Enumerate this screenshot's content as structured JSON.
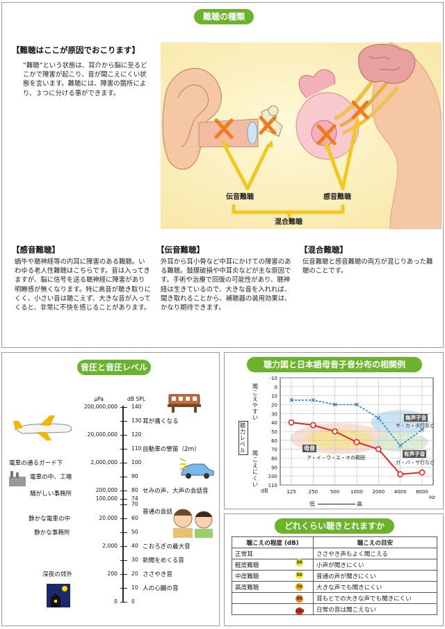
{
  "top": {
    "pill": "難聴の種類",
    "intro_heading": "【難聴はここが原因でおこります】",
    "intro_text": "“難聴”という状態は、耳介から脳に至るどこかで障害が起こり、音が聞こえにくい状態を言います。難聴には、障害の箇所により、３つに分ける事ができます。",
    "diagram_labels": {
      "conductive": "伝音難聴",
      "sensorineural": "感音難聴",
      "mixed": "混合難聴"
    },
    "sections": [
      {
        "heading": "【感音難聴】",
        "text": "蝸牛や聴神経等の内耳に障害のある難聴。いわゆる老人性難聴はこちらです。音は入ってきますが、脳に信号を送る聴神経に障害があり明瞭感が無くなります。特に高音が聴き取りにくく、小さい音は聴こえず、大きな音が入ってくると、非常に不快を感じることがあります。"
      },
      {
        "heading": "【伝音難聴】",
        "text": "外耳から耳小骨など中耳にかけての障害のある難聴。鼓膜破損や中耳炎などが主な原因です。手術や治療で回復の可能性があり、聴神経は生きているので、大きな音を入れれば、聞き取れることから、補聴器の装用効果は、かなり期待できます。"
      },
      {
        "heading": "【混合難聴】",
        "text": "伝音難聴と感音難聴の両方が混じりあった難聴のことです。"
      }
    ]
  },
  "pressure": {
    "pill": "音圧と音圧レベル",
    "unit_left": "μPa",
    "unit_right": "dB SPL",
    "left_ticks": [
      "200,000,000",
      "20,000,000",
      "2,000,000",
      "200,000",
      "100,000",
      "20,000",
      "2,000",
      "200",
      "0"
    ],
    "right_ticks": [
      "140",
      "130",
      "120",
      "110",
      "100",
      "90",
      "80",
      "74",
      "70",
      "60",
      "50",
      "40",
      "30",
      "20",
      "10",
      "0"
    ],
    "examples_right": [
      "耳が痛くなる",
      "自動車の警笛（2ｍ）",
      "せみの声、大声の会話音",
      "普通の会話",
      "こおろぎの最大音",
      "新聞をめくる音",
      "ささやき音",
      "人の心臓の音"
    ],
    "examples_left": [
      "電車の通るガード下",
      "電車の中、工場",
      "騒がしい事務所",
      "静かな電車の中",
      "静かな事務所",
      "深夜の郊外"
    ]
  },
  "audiogram": {
    "pill": "聴力図と日本語母音子音分布の相関例",
    "ylabel_top": "聞こえやすい",
    "ylabel_mid": "聴力レベル",
    "ylabel_bot": "聞こえにくい",
    "y_unit": "dB",
    "x_unit": "Hz",
    "x_low": "低",
    "x_high": "高",
    "region_vowel_title": "母音",
    "region_vowel_sub": "ア・イ・ウ・エ・オの範囲",
    "region_unvoiced_title": "無声子音",
    "region_unvoiced_sub": "サ・カ・タ行など",
    "region_voiced_title": "有声子音",
    "region_voiced_sub": "ガ・バ・ザ行など",
    "colors": {
      "left": "#e8241c",
      "right": "#2a7cc4"
    }
  },
  "chart_data": {
    "type": "line",
    "x": [
      "125",
      "250",
      "500",
      "1000",
      "2000",
      "4000",
      "8000"
    ],
    "ylim": [
      -10,
      110
    ],
    "y_inverted": true,
    "yticks": [
      "-10",
      "0",
      "10",
      "20",
      "30",
      "40",
      "50",
      "60",
      "70",
      "80",
      "90",
      "100",
      "110"
    ],
    "grid": true,
    "series": [
      {
        "values": [
          40,
          43,
          50,
          62,
          70,
          98,
          96
        ]
      },
      {
        "values": [
          15,
          15,
          20,
          20,
          35,
          66,
          48
        ]
      }
    ]
  },
  "hearing": {
    "pill": "どれくらい聴きとれますか",
    "col1": "聴こえの程度 (dB)",
    "col2": "聴こえの目安",
    "rows": [
      {
        "level": "正常耳",
        "desc": "ささやき声もよく聞こえる"
      },
      {
        "level": "軽度難聴",
        "desc": "小声が聞きにくい"
      },
      {
        "level": "中度難聴",
        "desc": "普通の声が聞きにくい"
      },
      {
        "level": "高度難聴",
        "desc": "大きな声でも聞きにくい"
      },
      {
        "level": "",
        "desc": "耳もとでの大きな声でも聞きにくい"
      },
      {
        "level": "",
        "desc": "日常の音は聞こえない"
      }
    ],
    "markers": [
      "30",
      "50",
      "70",
      "90",
      "100"
    ]
  }
}
